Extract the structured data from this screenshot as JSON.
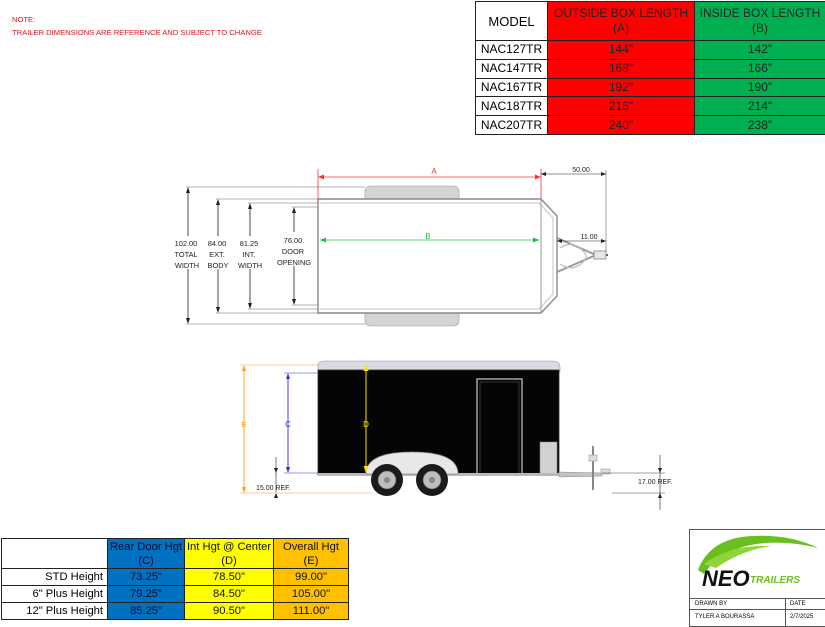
{
  "notes": {
    "title": "NOTE:",
    "text": "TRAILER DIMENSIONS ARE REFERENCE AND SUBJECT TO CHANGE"
  },
  "length_table": {
    "headers": {
      "model": "MODEL",
      "outside_line1": "OUTSIDE BOX LENGTH",
      "outside_line2": "(A)",
      "inside_line1": "INSIDE BOX LENGTH",
      "inside_line2": "(B)"
    },
    "rows": [
      {
        "model": "NAC127TR",
        "outside": "144\"",
        "inside": "142\""
      },
      {
        "model": "NAC147TR",
        "outside": "168\"",
        "inside": "166\""
      },
      {
        "model": "NAC167TR",
        "outside": "192\"",
        "inside": "190\""
      },
      {
        "model": "NAC187TR",
        "outside": "216\"",
        "inside": "214\""
      },
      {
        "model": "NAC207TR",
        "outside": "240\"",
        "inside": "238\""
      }
    ],
    "colors": {
      "outside": "#ff0000",
      "inside": "#00b050"
    }
  },
  "height_table": {
    "headers": {
      "rear_line1": "Rear Door Hgt",
      "rear_line2": "(C)",
      "center_line1": "Int Hgt @ Center",
      "center_line2": "(D)",
      "overall_line1": "Overall Hgt",
      "overall_line2": "(E)"
    },
    "rows": [
      {
        "label": "STD Height",
        "rear": "73.25\"",
        "center": "78.50\"",
        "overall": "99.00\""
      },
      {
        "label": "6\" Plus Height",
        "rear": "79.25\"",
        "center": "84.50\"",
        "overall": "105.00\""
      },
      {
        "label": "12\" Plus Height",
        "rear": "85.25\"",
        "center": "90.50\"",
        "overall": "111.00\""
      }
    ],
    "colors": {
      "rear": "#0070c0",
      "center": "#ffff00",
      "overall": "#ffc000"
    }
  },
  "top_view": {
    "label_a": "A",
    "label_b": "B",
    "tongue_dim": "50.00",
    "coupler_dim": "11.00",
    "total_width": {
      "value": "102.00",
      "l1": "TOTAL",
      "l2": "WIDTH"
    },
    "ext_body": {
      "value": "84.00",
      "l1": "EXT.",
      "l2": "BODY"
    },
    "int_width": {
      "value": "81.25",
      "l1": "INT.",
      "l2": "WIDTH"
    },
    "door_opening": {
      "value": "76.00",
      "l1": "DOOR",
      "l2": "OPENING"
    }
  },
  "side_view": {
    "label_c": "C",
    "label_d": "D",
    "label_e": "E",
    "rear_ref": "15.00 REF.",
    "front_ref": "17.00 REF."
  },
  "title_block": {
    "logo_main": "NEO",
    "logo_sub": "TRAILERS",
    "drawn_by_label": "DRAWN BY",
    "date_label": "DATE",
    "drawn_by": "TYLER A BOURASSA",
    "date": "2/7/2025",
    "logo_color": "#6abf1f"
  }
}
